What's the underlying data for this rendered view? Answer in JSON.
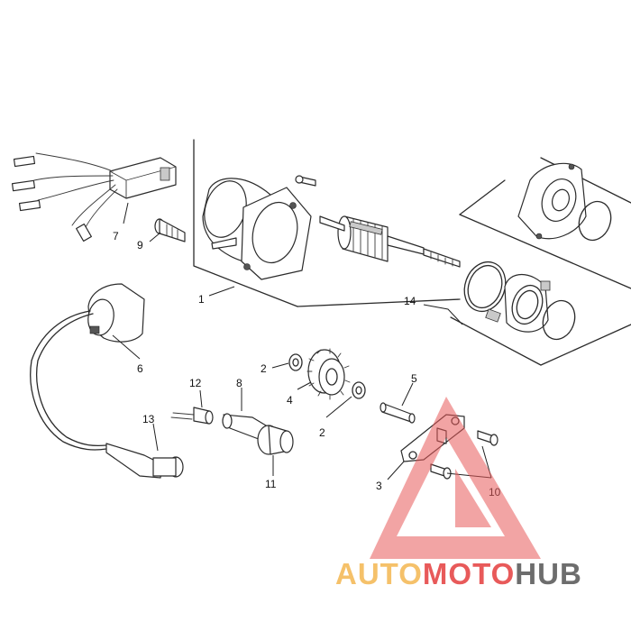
{
  "diagram": {
    "callouts": [
      {
        "id": "c1",
        "label": "1"
      },
      {
        "id": "c2a",
        "label": "2"
      },
      {
        "id": "c2b",
        "label": "2"
      },
      {
        "id": "c3",
        "label": "3"
      },
      {
        "id": "c4",
        "label": "4"
      },
      {
        "id": "c5",
        "label": "5"
      },
      {
        "id": "c6",
        "label": "6"
      },
      {
        "id": "c7",
        "label": "7"
      },
      {
        "id": "c8",
        "label": "8"
      },
      {
        "id": "c9",
        "label": "9"
      },
      {
        "id": "c10",
        "label": "10"
      },
      {
        "id": "c11",
        "label": "11"
      },
      {
        "id": "c12",
        "label": "12"
      },
      {
        "id": "c13",
        "label": "13"
      },
      {
        "id": "c14",
        "label": "14"
      }
    ]
  },
  "watermark": {
    "part1": "AUTO",
    "part2": "MOTO",
    "part3": "HUB",
    "color_yellow": "#f5c16a",
    "color_red": "#e85a5a",
    "color_grey": "#6d6d6d"
  }
}
